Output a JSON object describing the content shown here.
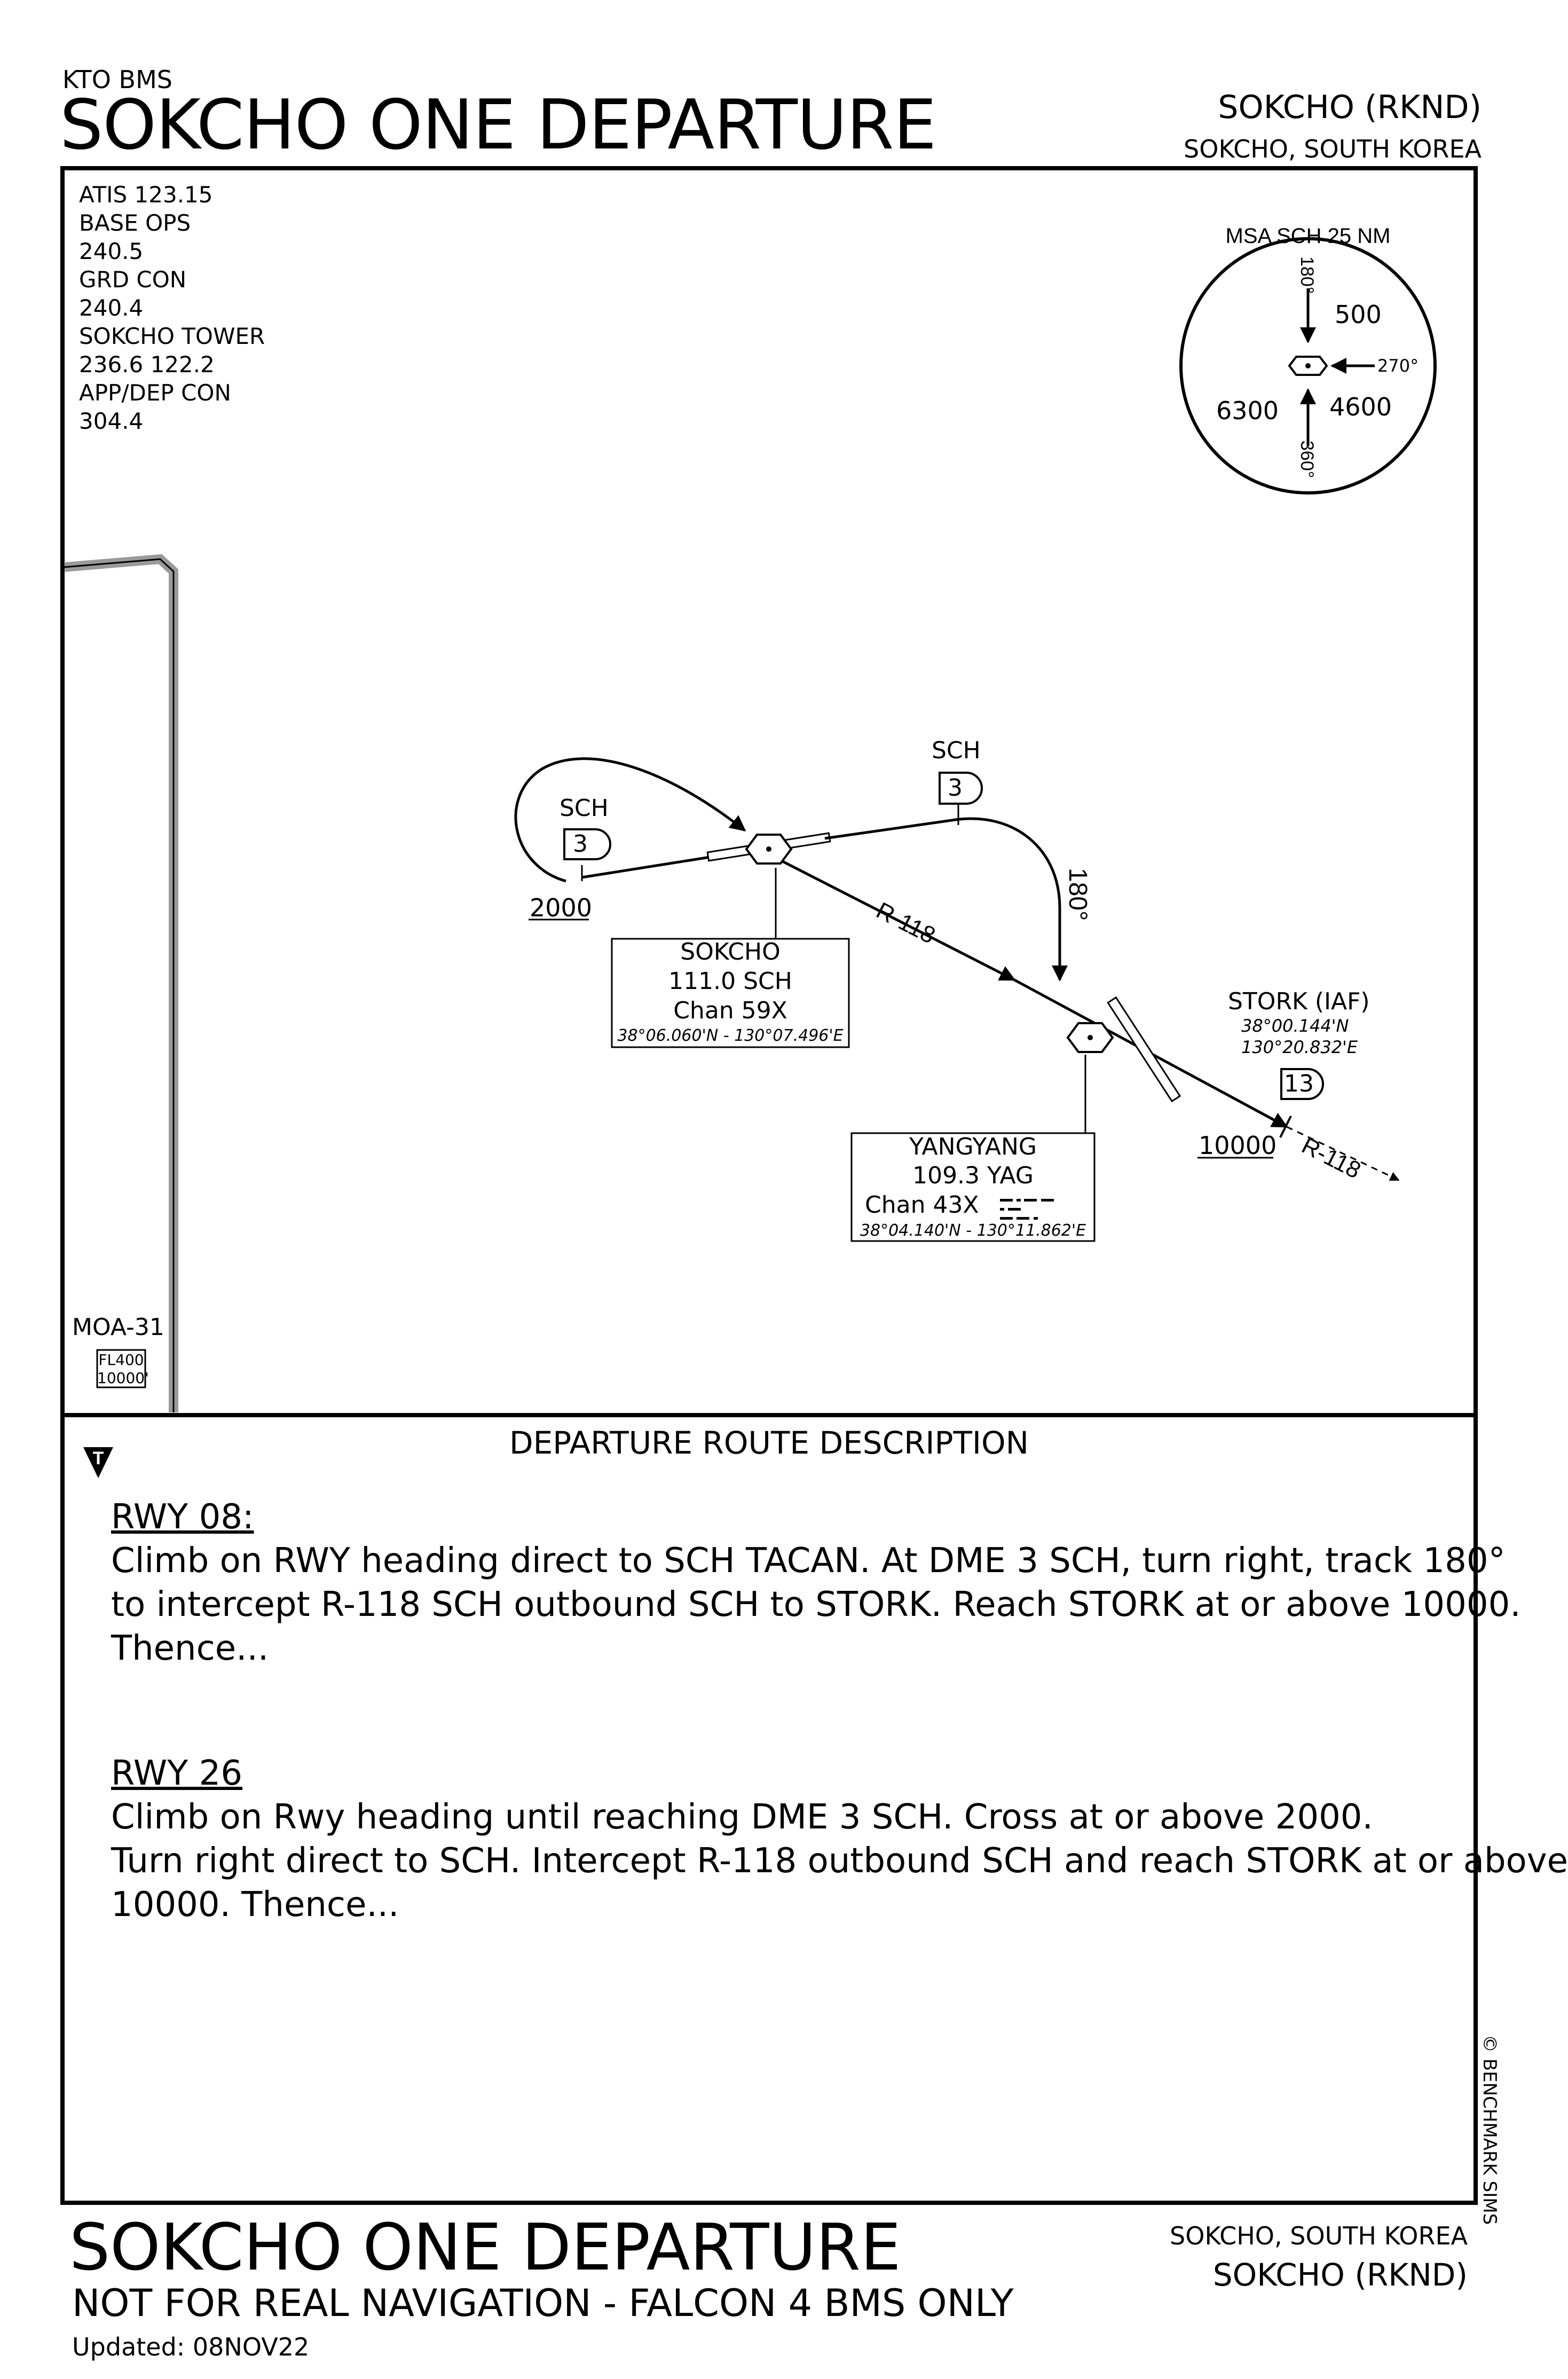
{
  "header": {
    "org": "KTO BMS",
    "title": "SOKCHO ONE DEPARTURE",
    "airport": "SOKCHO (RKND)",
    "location": "SOKCHO, SOUTH KOREA"
  },
  "frequencies": [
    "ATIS   123.15",
    "BASE OPS",
    "240.5",
    "GRD CON",
    "240.4",
    "SOKCHO TOWER",
    "236.6   122.2",
    "APP/DEP CON",
    "304.4"
  ],
  "msa": {
    "label": "MSA SCH 25 NM",
    "bearing_top": "180°",
    "bearing_bottom": "360°",
    "bearing_right": "270°",
    "alt_ne": "500",
    "alt_w": "6300",
    "alt_se": "4600"
  },
  "plan": {
    "sch_left": {
      "name": "SCH",
      "dme": "3",
      "alt": "2000"
    },
    "sch_right": {
      "name": "SCH",
      "dme": "3"
    },
    "heading": "180°",
    "radial_1": "R-118",
    "radial_2": "R-118",
    "sokcho": {
      "name": "SOKCHO",
      "freq": "111.0  SCH",
      "chan": "Chan 59X",
      "coords": "38°06.060'N - 130°07.496'E"
    },
    "yangyang": {
      "name": "YANGYANG",
      "freq": "109.3  YAG",
      "chan": "Chan 43X",
      "coords": "38°04.140'N - 130°11.862'E"
    },
    "stork": {
      "name": "STORK (IAF)",
      "lat": "38°00.144'N",
      "lon": "130°20.832'E",
      "dme": "13",
      "alt": "10000"
    },
    "moa": {
      "name": "MOA-31",
      "upper": "FL400",
      "lower": "10000'"
    }
  },
  "description": {
    "heading": "DEPARTURE ROUTE DESCRIPTION",
    "t_symbol": "T",
    "rwy08": {
      "title": "RWY 08:",
      "lines": [
        "Climb on RWY heading direct to SCH TACAN. At DME 3 SCH, turn right, track 180°",
        "to intercept R-118 SCH outbound SCH to STORK. Reach STORK at or above 10000.",
        "Thence..."
      ]
    },
    "rwy26": {
      "title": "RWY 26",
      "lines": [
        "Climb on Rwy heading until reaching DME 3 SCH. Cross at or above 2000.",
        "Turn right direct to SCH. Intercept R-118 outbound SCH and reach STORK at or above",
        "10000. Thence..."
      ]
    }
  },
  "copyright": "© BENCHMARK SIMS",
  "footer": {
    "title": "SOKCHO ONE DEPARTURE",
    "location": "SOKCHO, SOUTH KOREA",
    "airport": "SOKCHO (RKND)",
    "disclaimer": "NOT FOR REAL NAVIGATION - FALCON 4 BMS ONLY",
    "updated": "Updated: 08NOV22"
  }
}
